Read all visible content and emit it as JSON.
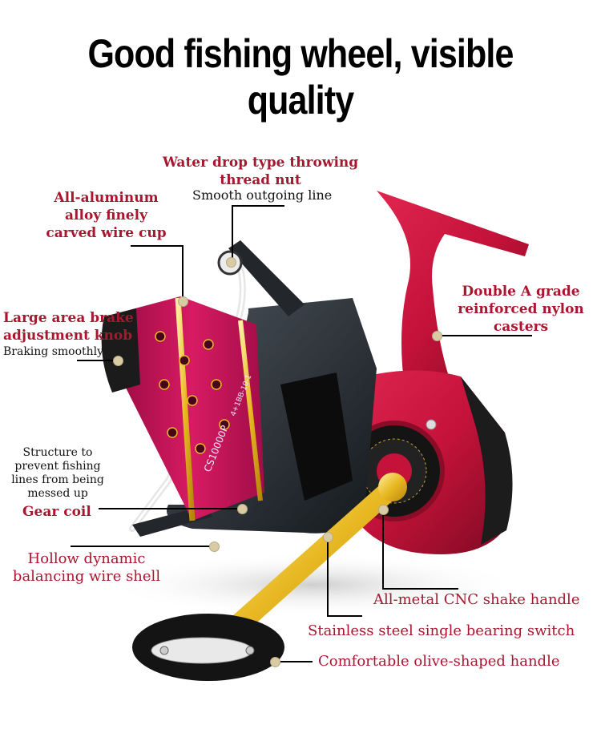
{
  "title": "Good fishing wheel, visible quality",
  "product": {
    "spool_model_text": "CS10000P",
    "spool_bearing_text": "4+1BB-10-1",
    "colors": {
      "reel_red": "#c4123a",
      "spool_magenta": "#c8135a",
      "gold": "#e8b923",
      "black_body": "#1e2328",
      "label_red": "#a8172f",
      "marker_dot": "#d9cba4"
    }
  },
  "callouts": [
    {
      "id": "line-roller",
      "title": "Water drop type throwing thread nut",
      "subtitle": "Smooth outgoing line"
    },
    {
      "id": "wire-cup",
      "title": "All-aluminum alloy finely carved wire cup"
    },
    {
      "id": "brake-knob",
      "title": "Large area brake adjustment knob",
      "subtitle": "Braking smoothly"
    },
    {
      "id": "nylon-casters",
      "title": "Double A grade reinforced nylon casters"
    },
    {
      "id": "anti-tangle",
      "subtitle": "Structure to prevent fishing lines from being messed up",
      "title": "Gear coil"
    },
    {
      "id": "wire-shell",
      "title": "Hollow dynamic balancing wire shell"
    },
    {
      "id": "cnc-handle",
      "title": "All-metal CNC shake handle"
    },
    {
      "id": "bearing-switch",
      "title": "Stainless steel single bearing switch"
    },
    {
      "id": "olive-handle",
      "title": "Comfortable olive-shaped handle"
    }
  ],
  "labels": {
    "line_roller_1": "Water drop type throwing",
    "line_roller_2": "thread nut",
    "line_roller_sub": "Smooth outgoing line",
    "wire_cup_1": "All-aluminum",
    "wire_cup_2": "alloy finely",
    "wire_cup_3": "carved wire cup",
    "brake_1": "Large area brake",
    "brake_2": "adjustment knob",
    "brake_sub": "Braking smoothly",
    "nylon_1": "Double A grade",
    "nylon_2": "reinforced nylon",
    "nylon_3": "casters",
    "anti_1": "Structure to",
    "anti_2": "prevent fishing",
    "anti_3": "lines from being",
    "anti_4": "messed up",
    "gear_coil": "Gear coil",
    "shell_1": "Hollow dynamic",
    "shell_2": "balancing wire shell",
    "cnc": "All-metal CNC shake handle",
    "bearing": "Stainless steel single bearing switch",
    "olive": "Comfortable olive-shaped handle"
  }
}
